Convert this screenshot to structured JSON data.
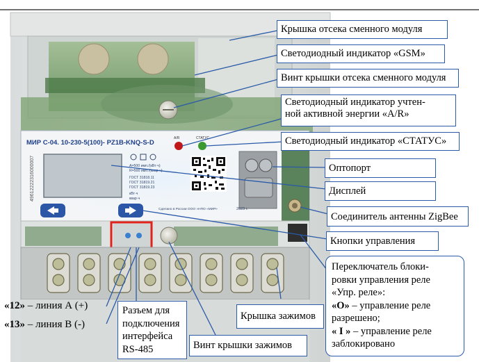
{
  "meter": {
    "model": "МИР С-04. 10-230-5(100)- PZ1B-KNQ-S-D",
    "led_ar_label": "A/R",
    "led_status_label": "СТАТУС",
    "spec_lines": [
      "A=500 имп./(кВт·ч)",
      "R=500 имп./(квар·ч)",
      "ГОСТ 31818.11",
      "ГОСТ 31819.21",
      "ГОСТ 31819.23",
      "кВт·ч",
      "квар·ч"
    ],
    "serial": "49612222316000007",
    "maker": "Сделано в России ООО «НПО «МИР»",
    "year": "2023 г."
  },
  "labels": {
    "module_cover": "Крышка отсека сменного модуля",
    "gsm_led": "Светодиодный индикатор «GSM»",
    "module_screw": "Винт крышки отсека сменного модуля",
    "ar_led_1": "Светодиодный индикатор учтен-",
    "ar_led_2": "ной активной энергии «A/R»",
    "status_led": "Светодиодный индикатор «СТАТУС»",
    "optoport": "Оптопорт",
    "display": "Дисплей",
    "zigbee": "Соединитель антенны ZigBee",
    "buttons": "Кнопки управления",
    "switch_1": "Переключатель блоки-",
    "switch_2": "ровки управления реле",
    "switch_3": "«Упр. реле»:",
    "switch_4_b": "«О»",
    "switch_4": " – управление реле",
    "switch_5": "разрешено;",
    "switch_6_b": "« I »",
    "switch_6": " – управление реле",
    "switch_7": "заблокировано",
    "terminal_cover": "Крышка зажимов",
    "terminal_screw": "Винт крышки зажимов",
    "rs485_1": "Разъем для",
    "rs485_2": "подключения",
    "rs485_3": "интерфейса",
    "rs485_4": "RS-485",
    "line_a_b": "«12»",
    "line_a": " – линия А (+)",
    "line_b_b": "«13»",
    "line_b": " – линия В (-)"
  },
  "colors": {
    "callout_border": "#2a5aa8",
    "leader": "#2a5aa8",
    "rs485_highlight": "#e0241b",
    "led_ar": "#c01818",
    "led_status": "#3a9a30"
  }
}
